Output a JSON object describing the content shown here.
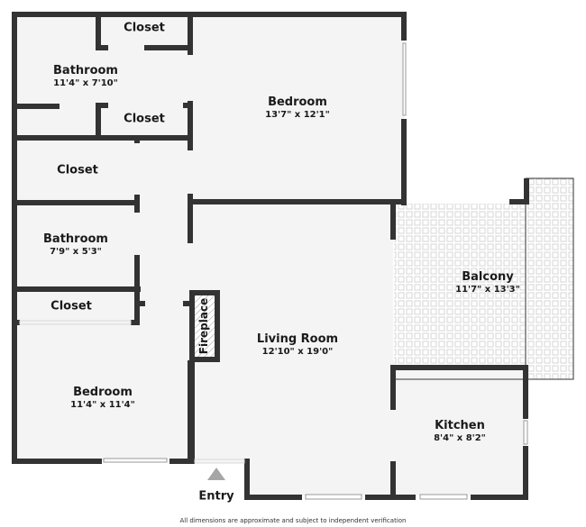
{
  "floorplan": {
    "rooms": [
      {
        "id": "closet-top",
        "name": "Closet",
        "dimensions": ""
      },
      {
        "id": "bathroom-main",
        "name": "Bathroom",
        "dimensions": "11'4\" x 7'10\""
      },
      {
        "id": "closet-mid",
        "name": "Closet",
        "dimensions": ""
      },
      {
        "id": "bedroom-master",
        "name": "Bedroom",
        "dimensions": "13'7\" x 12'1\""
      },
      {
        "id": "closet-left",
        "name": "Closet",
        "dimensions": ""
      },
      {
        "id": "bathroom-second",
        "name": "Bathroom",
        "dimensions": "7'9\" x 5'3\""
      },
      {
        "id": "closet-lower",
        "name": "Closet",
        "dimensions": ""
      },
      {
        "id": "bedroom-second",
        "name": "Bedroom",
        "dimensions": "11'4\" x 11'4\""
      },
      {
        "id": "living-room",
        "name": "Living Room",
        "dimensions": "12'10\" x 19'0\""
      },
      {
        "id": "balcony",
        "name": "Balcony",
        "dimensions": "11'7\" x 13'3\""
      },
      {
        "id": "kitchen",
        "name": "Kitchen",
        "dimensions": "8'4\" x 8'2\""
      }
    ],
    "fireplace_label": "Fireplace",
    "entry_label": "Entry",
    "disclaimer": "All dimensions are approximate and subject to independent verification",
    "colors": {
      "wall": "#333333",
      "floor": "#f4f4f4",
      "balcony_tile": "#d6d6d6",
      "entry_marker": "#a6a6a6"
    }
  }
}
